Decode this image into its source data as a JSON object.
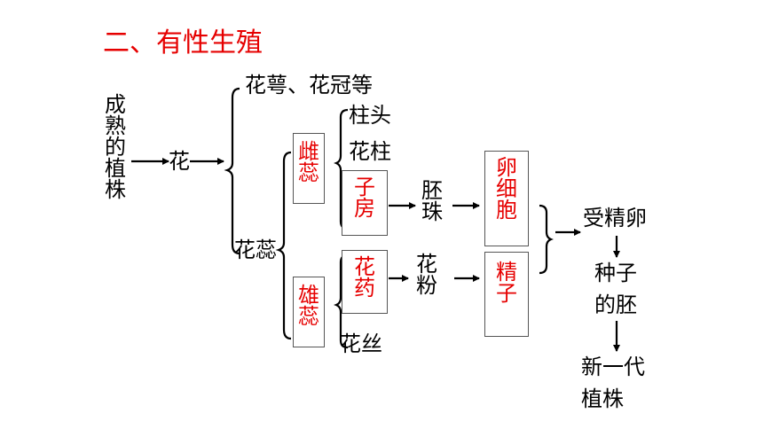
{
  "title": "二、有性生殖",
  "nodes": {
    "mature_plant": "成熟的植株",
    "flower": "花",
    "sepal_petal": "花萼、花冠等",
    "pistil_stamen": "花蕊",
    "pistil": "雌蕊",
    "stamen": "雄蕊",
    "stigma": "柱头",
    "style": "花柱",
    "ovary": "子房",
    "anther": "花药",
    "filament": "花丝",
    "ovule": "胚珠",
    "pollen": "花粉",
    "egg_cell": "卵细胞",
    "sperm": "精子",
    "fertilized_egg": "受精卵",
    "seed_embryo_1": "种子",
    "seed_embryo_2": "的胚",
    "new_generation_1": "新一代",
    "new_generation_2": "植株"
  },
  "colors": {
    "highlight": "#e60000",
    "text": "#000000",
    "box_border": "#555555"
  }
}
